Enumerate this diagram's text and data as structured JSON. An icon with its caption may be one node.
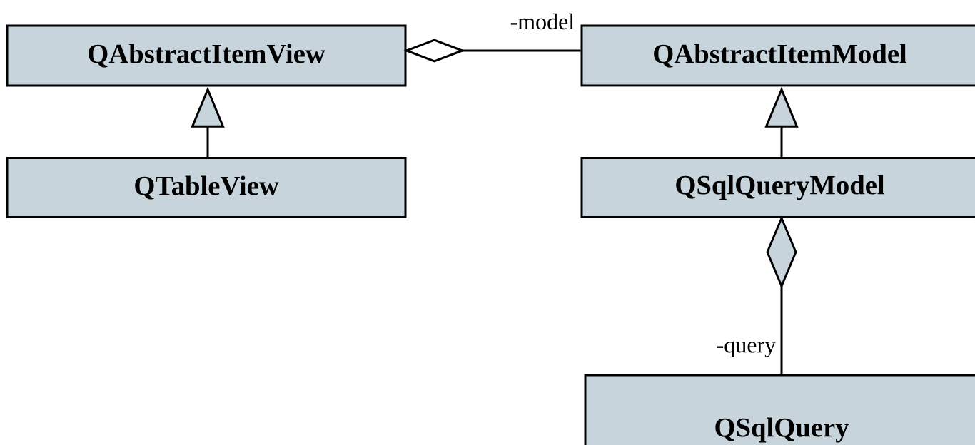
{
  "diagram": {
    "nodes": [
      {
        "text": [
          "QAbstractItemView"
        ]
      },
      {
        "text": [
          "QAbstractItemModel"
        ]
      },
      {
        "text": [
          "QTableView"
        ]
      },
      {
        "text": [
          "QSqlQueryModel"
        ]
      },
      {
        "text": [
          "QSqlQuery"
        ]
      }
    ],
    "edges": [
      {
        "from": 0,
        "to": 1,
        "arrow": "other",
        "label": "-model"
      },
      {
        "from": 2,
        "to": 0,
        "arrow": "to"
      },
      {
        "from": 3,
        "to": 1,
        "arrow": "to"
      },
      {
        "from": 3,
        "to": 4,
        "arrow": "other",
        "label": "-query"
      }
    ]
  }
}
